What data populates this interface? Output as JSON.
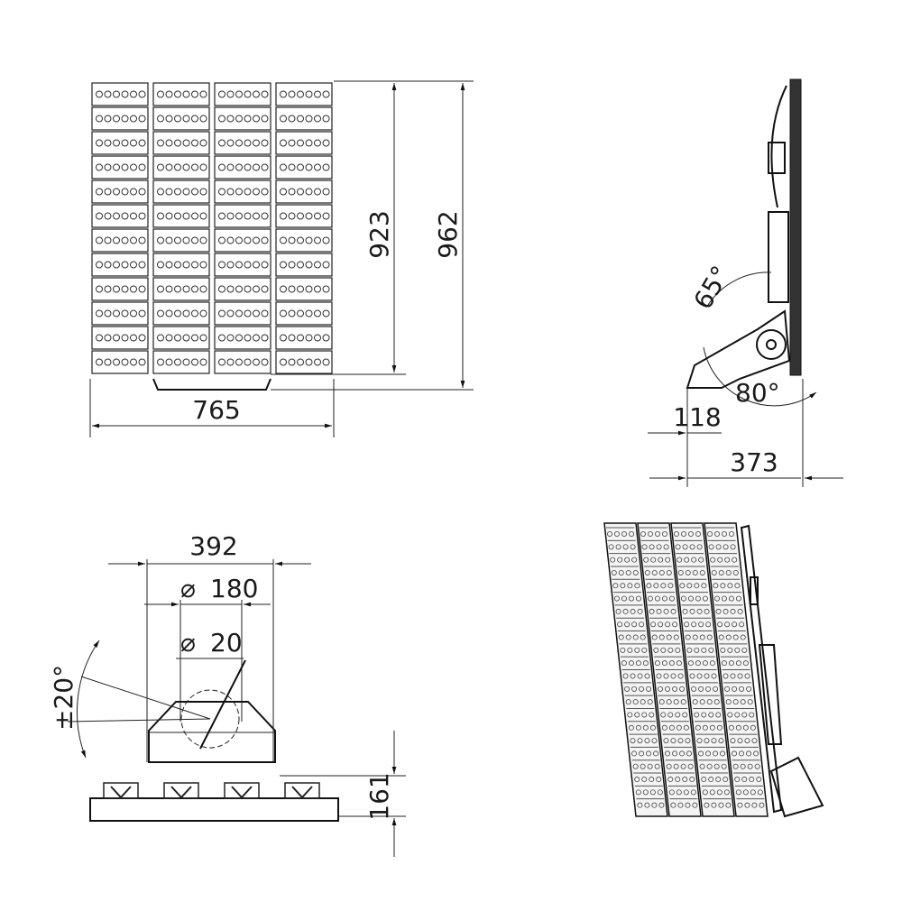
{
  "front_view": {
    "height_inner": "923",
    "height_total": "962",
    "width": "765"
  },
  "side_view": {
    "angle_up": "65°",
    "angle_down": "80°",
    "offset": "118",
    "depth": "373"
  },
  "bottom_view": {
    "bracket_width": "392",
    "hole_spacing": "180",
    "hole_diameter": "20",
    "tilt": "±20°",
    "height": "161",
    "diameter_symbol": "⌀"
  },
  "colors": {
    "line": "#222222",
    "background": "#ffffff"
  }
}
